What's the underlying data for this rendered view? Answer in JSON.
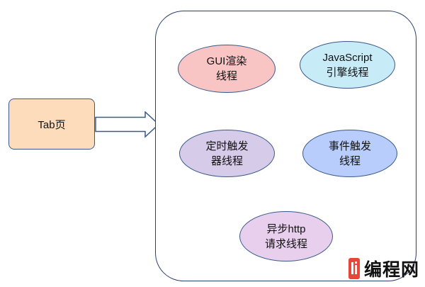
{
  "tab": {
    "label": "Tab页"
  },
  "threads": {
    "gui": {
      "line1": "GUI渲染",
      "line2": "线程"
    },
    "js": {
      "line1": "JavaScript",
      "line2": "引擎线程"
    },
    "timer": {
      "line1": "定时触发",
      "line2": "器线程"
    },
    "event": {
      "line1": "事件触发",
      "line2": "线程"
    },
    "http": {
      "line1": "异步http",
      "line2": "请求线程"
    }
  },
  "watermark": {
    "text": "编程网"
  },
  "colors": {
    "tab_fill": "#fddcbc",
    "gui_fill": "#f8c4c4",
    "js_fill": "#c7ecf7",
    "timer_fill": "#d7cbea",
    "event_fill": "#b8cdfb",
    "http_fill": "#e9cfee",
    "stroke": "#3a5a8a",
    "watermark_accent": "#e8463a"
  }
}
